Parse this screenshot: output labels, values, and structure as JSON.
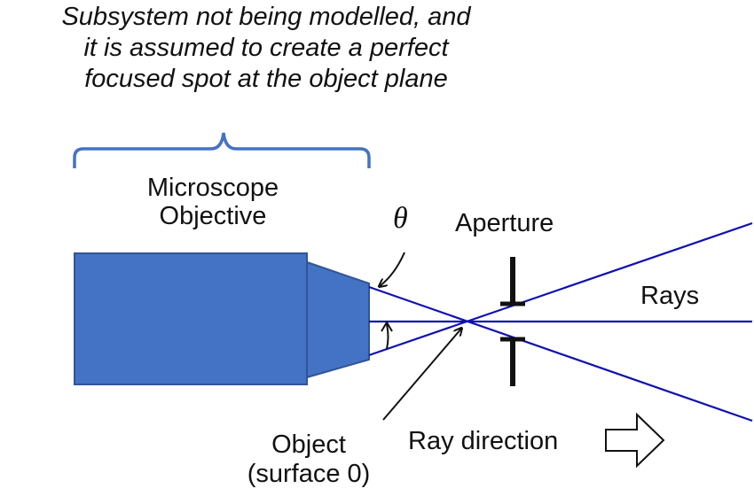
{
  "annotation": {
    "lines": [
      "Subsystem not being modelled, and",
      "it is assumed to create a perfect",
      "focused spot at the object plane"
    ]
  },
  "objective": {
    "label_line1": "Microscope",
    "label_line2": "Objective",
    "color": "#4472C4",
    "border_color": "#2F5597"
  },
  "angle_symbol": "θ",
  "aperture_label": "Aperture",
  "rays_label": "Rays",
  "ray_color": "#1010B0",
  "object_label": {
    "line1": "Object",
    "line2": "(surface 0)"
  },
  "ray_direction_label": "Ray direction",
  "bracket_color": "#4472C4"
}
